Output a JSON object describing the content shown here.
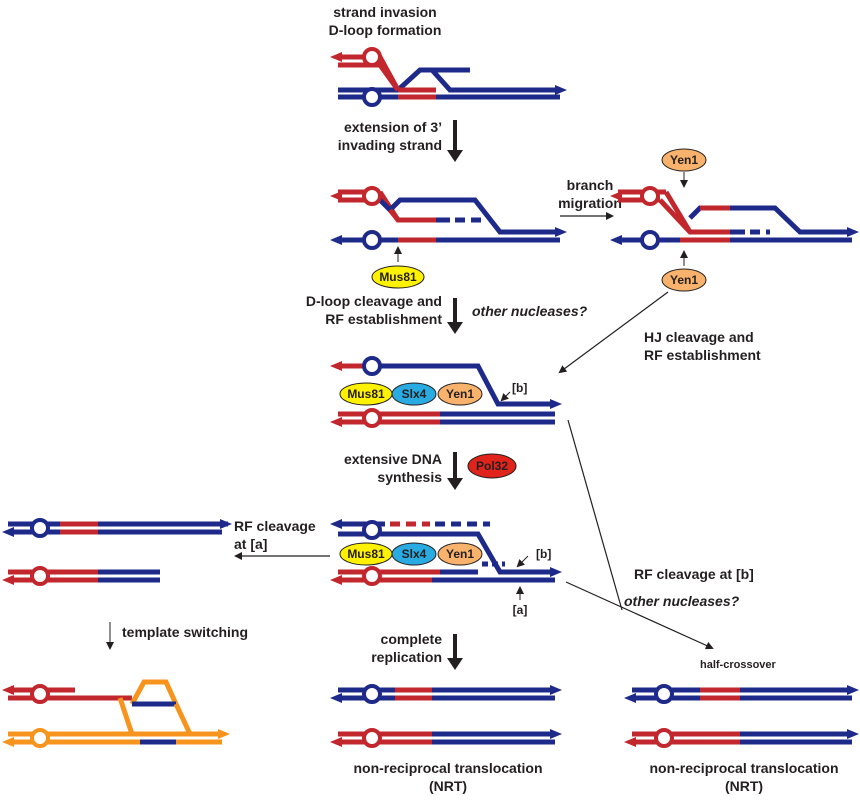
{
  "colors": {
    "red": "#c1272d",
    "blue": "#1e2a8a",
    "orange": "#f7941d",
    "black": "#231f20",
    "mus81_fill": "#fff200",
    "slx4_fill": "#29abe2",
    "yen1_fill": "#f9b26b",
    "pol32_fill": "#e0231b"
  },
  "labels": {
    "strand_invasion_1": "strand invasion",
    "strand_invasion_2": "D-loop formation",
    "extension_1": "extension of 3’",
    "extension_2": "invading strand",
    "branch_1": "branch",
    "branch_2": "migration",
    "dloop_cleavage_1": "D-loop cleavage and",
    "dloop_cleavage_2": "RF establishment",
    "other_nucleases_1": "other nucleases?",
    "hj_cleavage_1": "HJ cleavage and",
    "hj_cleavage_2": "RF establishment",
    "extensive_1": "extensive DNA",
    "extensive_2": "synthesis",
    "rf_cleavage_a_1": "RF cleavage",
    "rf_cleavage_a_2": "at [a]",
    "rf_cleavage_b": "RF cleavage at [b]",
    "other_nucleases_2": "other nucleases?",
    "template_switching": "template switching",
    "complete_1": "complete",
    "complete_2": "replication",
    "half_crossover": "half-crossover",
    "nrt_1": "non-reciprocal translocation",
    "nrt_1_abbr": "(NRT)",
    "nrt_2": "non-reciprocal translocation",
    "nrt_2_abbr": "(NRT)",
    "marker_b_1": "[b]",
    "marker_b_2": "[b]",
    "marker_a": "[a]"
  },
  "proteins": {
    "mus81": "Mus81",
    "slx4": "Slx4",
    "yen1": "Yen1",
    "pol32": "Pol32"
  }
}
